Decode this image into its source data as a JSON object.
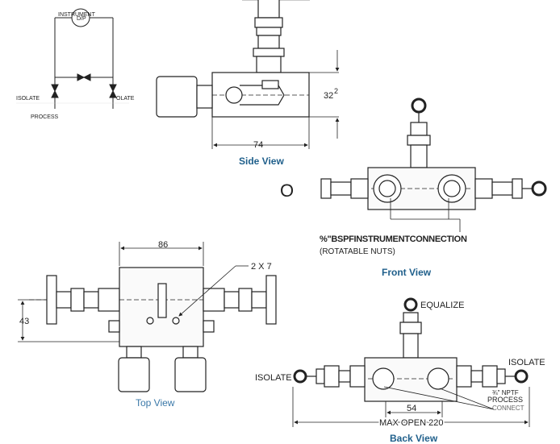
{
  "schematic": {
    "instrument_label": "INSTRUMENT",
    "dp_label": "D/P",
    "isolate_left": "ISOLATE",
    "isolate_right": "OLATE",
    "process_label": "PROCESS"
  },
  "side_view": {
    "caption": "Side View",
    "width_dim": "74",
    "height_dim": "32",
    "height_dim_suffix": "2"
  },
  "front_view": {
    "caption": "Front View",
    "marker": "O",
    "connection_line1": "%\"BSPFINSTRUMENTCONNECTION",
    "connection_line2": "(ROTATABLE NUTS)"
  },
  "top_view": {
    "caption": "Top View",
    "width_dim": "86",
    "height_dim": "43",
    "hole_label": "2 X 7"
  },
  "back_view": {
    "caption": "Back View",
    "equalize_label": "EQUALIZE",
    "isolate_left": "ISOLATE",
    "isolate_right": "ISOLATE",
    "center_dim": "54",
    "max_open": "MAX OPEN 220",
    "npt_line1": "¾\" NPTF",
    "npt_line2": "PROCESS",
    "npt_line3": "CONNECT"
  }
}
